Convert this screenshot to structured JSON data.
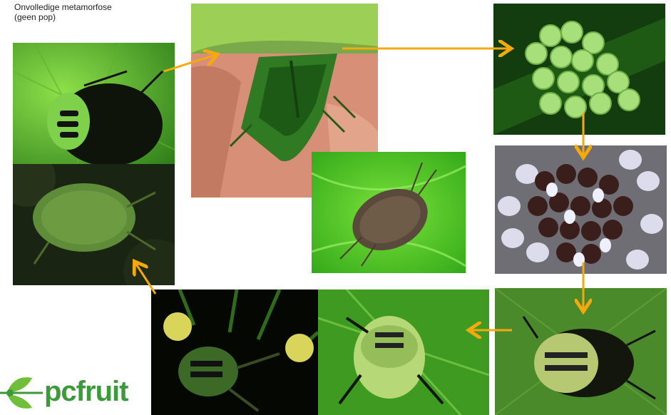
{
  "title": {
    "line1": "Onvolledige metamorfose",
    "line2": "(geen pop)"
  },
  "logo": {
    "text": "pcfruit"
  },
  "colors": {
    "arrow": "#F5A90E",
    "leaf_dark": "#1f5a14",
    "leaf_light": "#6fcf35",
    "logo_green": "#3d9a3a"
  },
  "stages": [
    "nymph-early-top-left",
    "adult-green-on-finger",
    "adult-brown-on-leaf",
    "egg-cluster-green",
    "egg-cluster-hatched",
    "nymph-bottom-right",
    "nymph-bottom-middle",
    "nymph-on-berries",
    "nymph-dark-left"
  ]
}
